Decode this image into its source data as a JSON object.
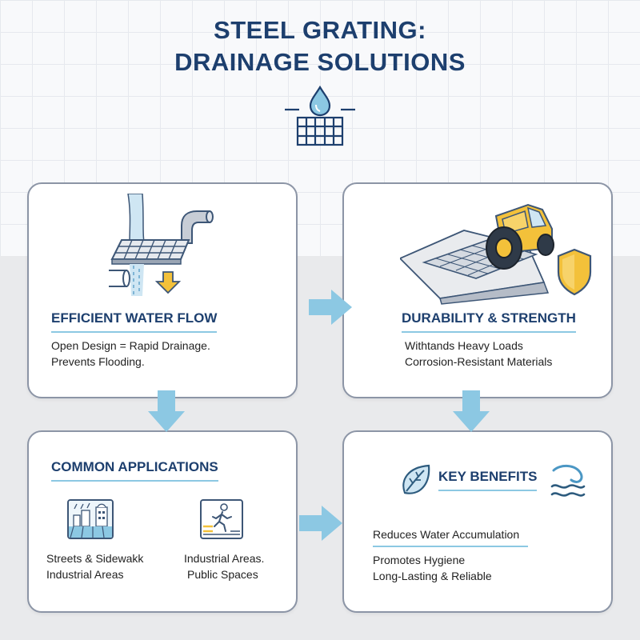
{
  "title": {
    "line1": "STEEL GRATING:",
    "line2": "DRAINAGE SOLUTIONS"
  },
  "icons": {
    "header": "water-drop-grate-icon",
    "water_flow": "pipe-grate-drain-icon",
    "durability": "vehicle-on-grating-icon",
    "streets": "city-rain-icon",
    "industrial": "pedestrian-icon",
    "leaf": "leaf-icon",
    "waves": "water-waves-icon"
  },
  "colors": {
    "title": "#1d3f6e",
    "accent_line": "#8cc8e3",
    "arrow": "#8cc8e3",
    "card_border": "#8c95a6"
  },
  "cards": {
    "water_flow": {
      "title": "EFFICIENT WATER FLOW",
      "lines": [
        "Open Design = Rapid Drainage.",
        "Prevents Flooding."
      ]
    },
    "durability": {
      "title": "DURABILITY & STRENGTH",
      "lines": [
        "Withtands Heavy Loads",
        "Corrosion-Resistant Materials"
      ]
    },
    "applications": {
      "title": "COMMON APPLICATIONS",
      "items": [
        {
          "lines": [
            "Streets & Sidewakk",
            "Industrial Areas"
          ]
        },
        {
          "lines": [
            "Industrial Areas.",
            "Public Spaces"
          ]
        }
      ]
    },
    "benefits": {
      "title": "KEY BENEFITS",
      "lines": [
        "Reduces Water Accumulation",
        "Promotes Hygiene",
        "Long-Lasting & Reliable"
      ]
    }
  }
}
